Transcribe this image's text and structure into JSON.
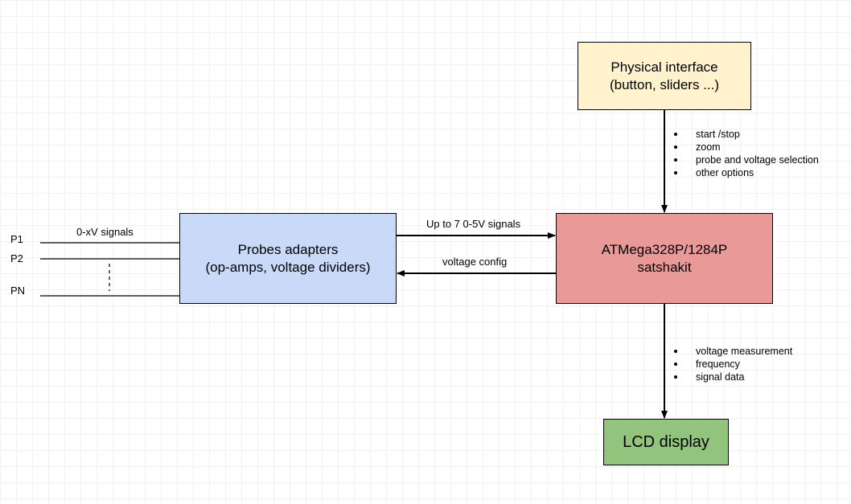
{
  "physical_interface": {
    "line1": "Physical interface",
    "line2": "(button, sliders ...)"
  },
  "probes_adapters": {
    "line1": "Probes adapters",
    "line2": "(op-amps, voltage dividers)"
  },
  "mcu": {
    "line1": "ATMega328P/1284P",
    "line2": "satshakit"
  },
  "lcd": {
    "label": "LCD display"
  },
  "inputs": {
    "signals_label": "0-xV signals",
    "probes": [
      "P1",
      "P2",
      "PN"
    ]
  },
  "links": {
    "to_mcu": "Up to 7 0-5V signals",
    "to_probes": "voltage config"
  },
  "interface_items": [
    "start /stop",
    "zoom",
    "probe and voltage selection",
    "other options"
  ],
  "display_items": [
    "voltage measurement",
    "frequency",
    "signal data"
  ]
}
